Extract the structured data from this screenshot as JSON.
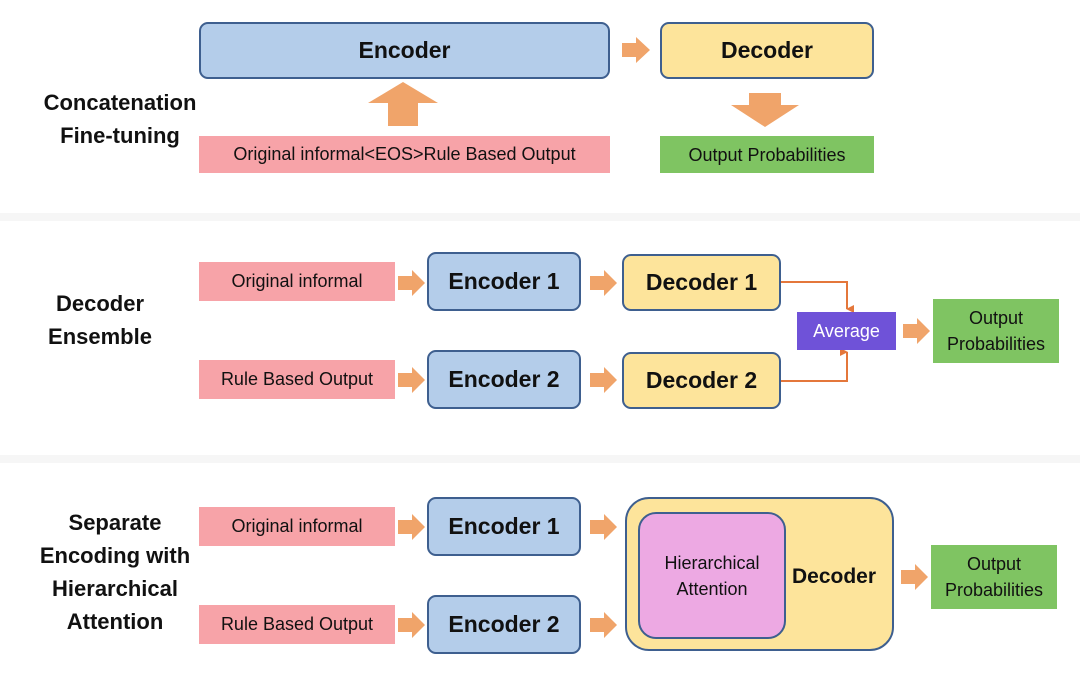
{
  "sections": {
    "concat": {
      "label": "Concatenation\nFine-tuning",
      "encoder": "Encoder",
      "decoder": "Decoder",
      "input": "Original informal<EOS>Rule Based Output",
      "output": "Output Probabilities"
    },
    "ensemble": {
      "label": "Decoder\nEnsemble",
      "input1": "Original informal",
      "input2": "Rule Based Output",
      "encoder1": "Encoder 1",
      "encoder2": "Encoder 2",
      "decoder1": "Decoder 1",
      "decoder2": "Decoder 2",
      "average": "Average",
      "output": "Output\nProbabilities"
    },
    "hierarchical": {
      "label": "Separate\nEncoding with\nHierarchical\nAttention",
      "input1": "Original informal",
      "input2": "Rule Based Output",
      "encoder1": "Encoder 1",
      "encoder2": "Encoder 2",
      "attention": "Hierarchical\nAttention",
      "decoder": "Decoder",
      "output": "Output\nProbabilities"
    }
  },
  "colors": {
    "encoder": "#b4cdea",
    "decoder": "#fde49b",
    "input": "#f7a3a8",
    "output": "#7fc462",
    "average": "#6f52d8",
    "attention": "#eda9e3",
    "arrow": "#f0a46a",
    "connector": "#e4773b",
    "border": "#3e5f8f"
  }
}
